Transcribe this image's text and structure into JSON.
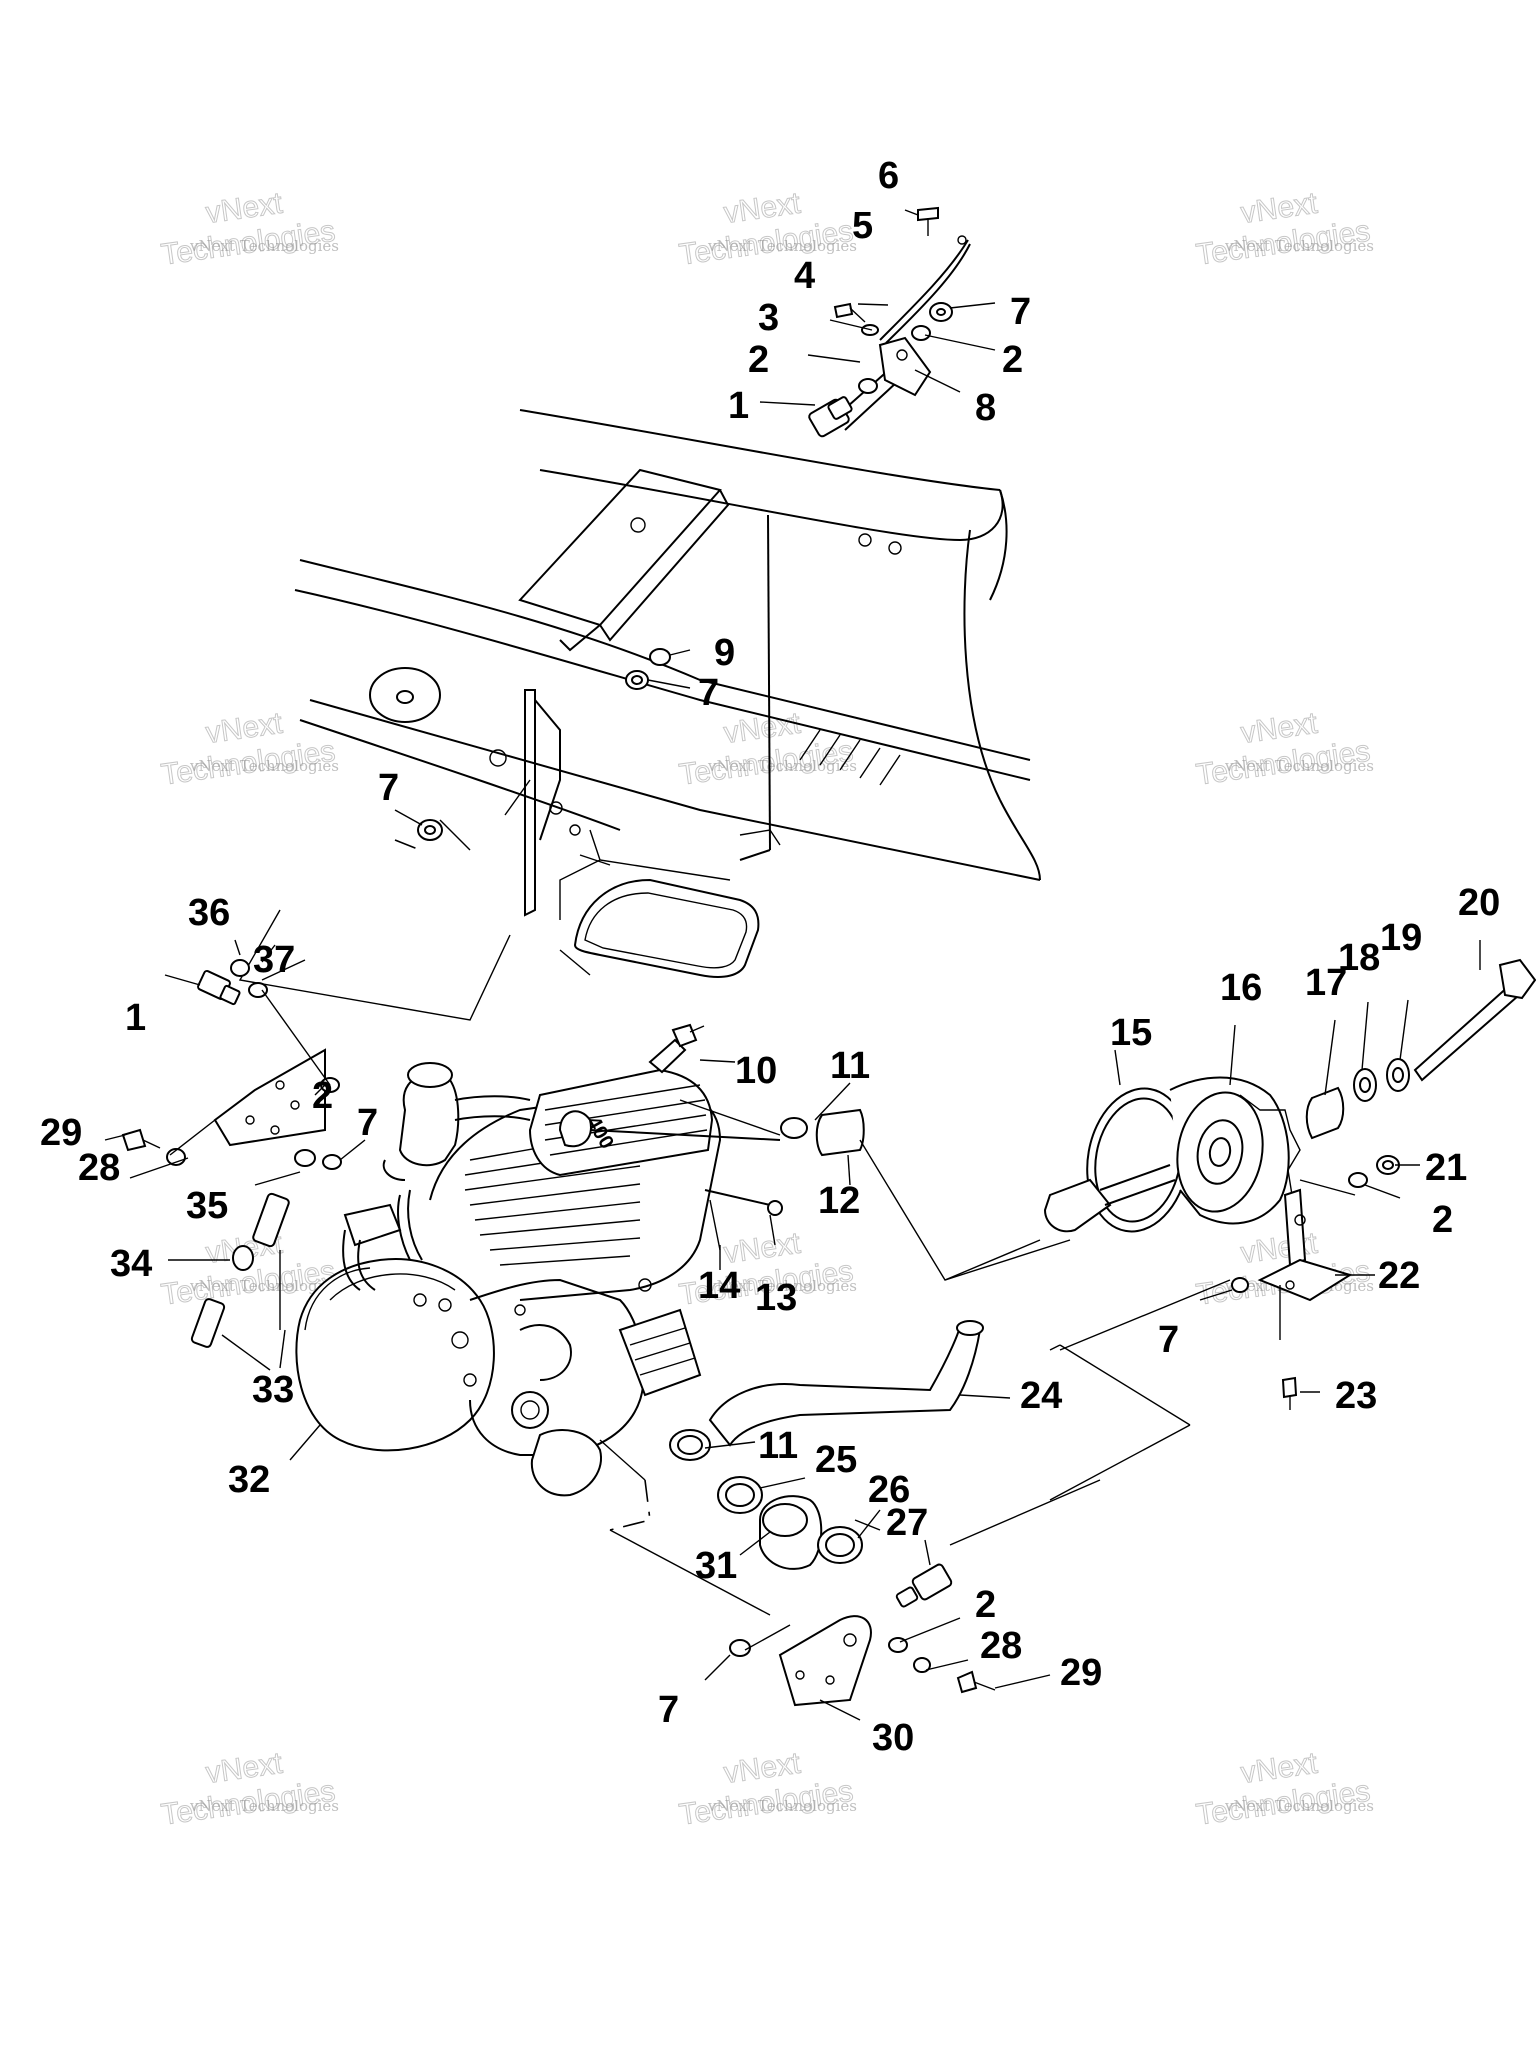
{
  "diagram": {
    "callouts": [
      "1",
      "2",
      "3",
      "4",
      "5",
      "6",
      "7",
      "8",
      "9",
      "10",
      "11",
      "12",
      "13",
      "14",
      "15",
      "16",
      "17",
      "18",
      "19",
      "20",
      "21",
      "22",
      "23",
      "24",
      "25",
      "26",
      "27",
      "28",
      "29",
      "30",
      "31",
      "32",
      "33",
      "34",
      "35",
      "36",
      "37"
    ],
    "watermark": {
      "line_small": "vNext Technologies",
      "line_big_1": "vNext",
      "line_big_2": "Technologies"
    },
    "engine_casting_text": "400"
  }
}
